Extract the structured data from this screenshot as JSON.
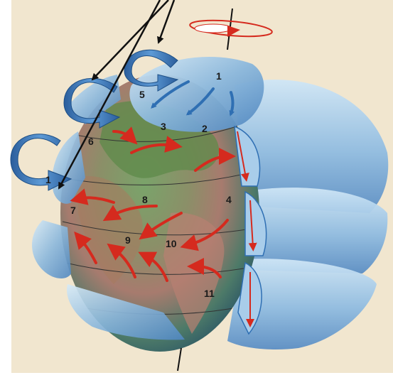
{
  "diagram": {
    "labels": [
      "1",
      "2",
      "3",
      "4",
      "5",
      "6",
      "7",
      "8",
      "9",
      "10",
      "11",
      "1"
    ],
    "colors": {
      "background": "#f1e6cf",
      "ocean": "#6c9fc4",
      "land_north": "#5d8a4a",
      "land_south": "#b88072",
      "cell_blue": "#8ab7dc",
      "flow_red": "#d52a1e",
      "flow_blue": "#2f6fb3",
      "pointer": "#111111",
      "rotation_ring": "#d52a1e"
    },
    "icons": [
      "curved-flow-arrow-icon",
      "pointer-arrow-icon",
      "rotation-ring-icon",
      "rotation-axis-icon"
    ]
  }
}
